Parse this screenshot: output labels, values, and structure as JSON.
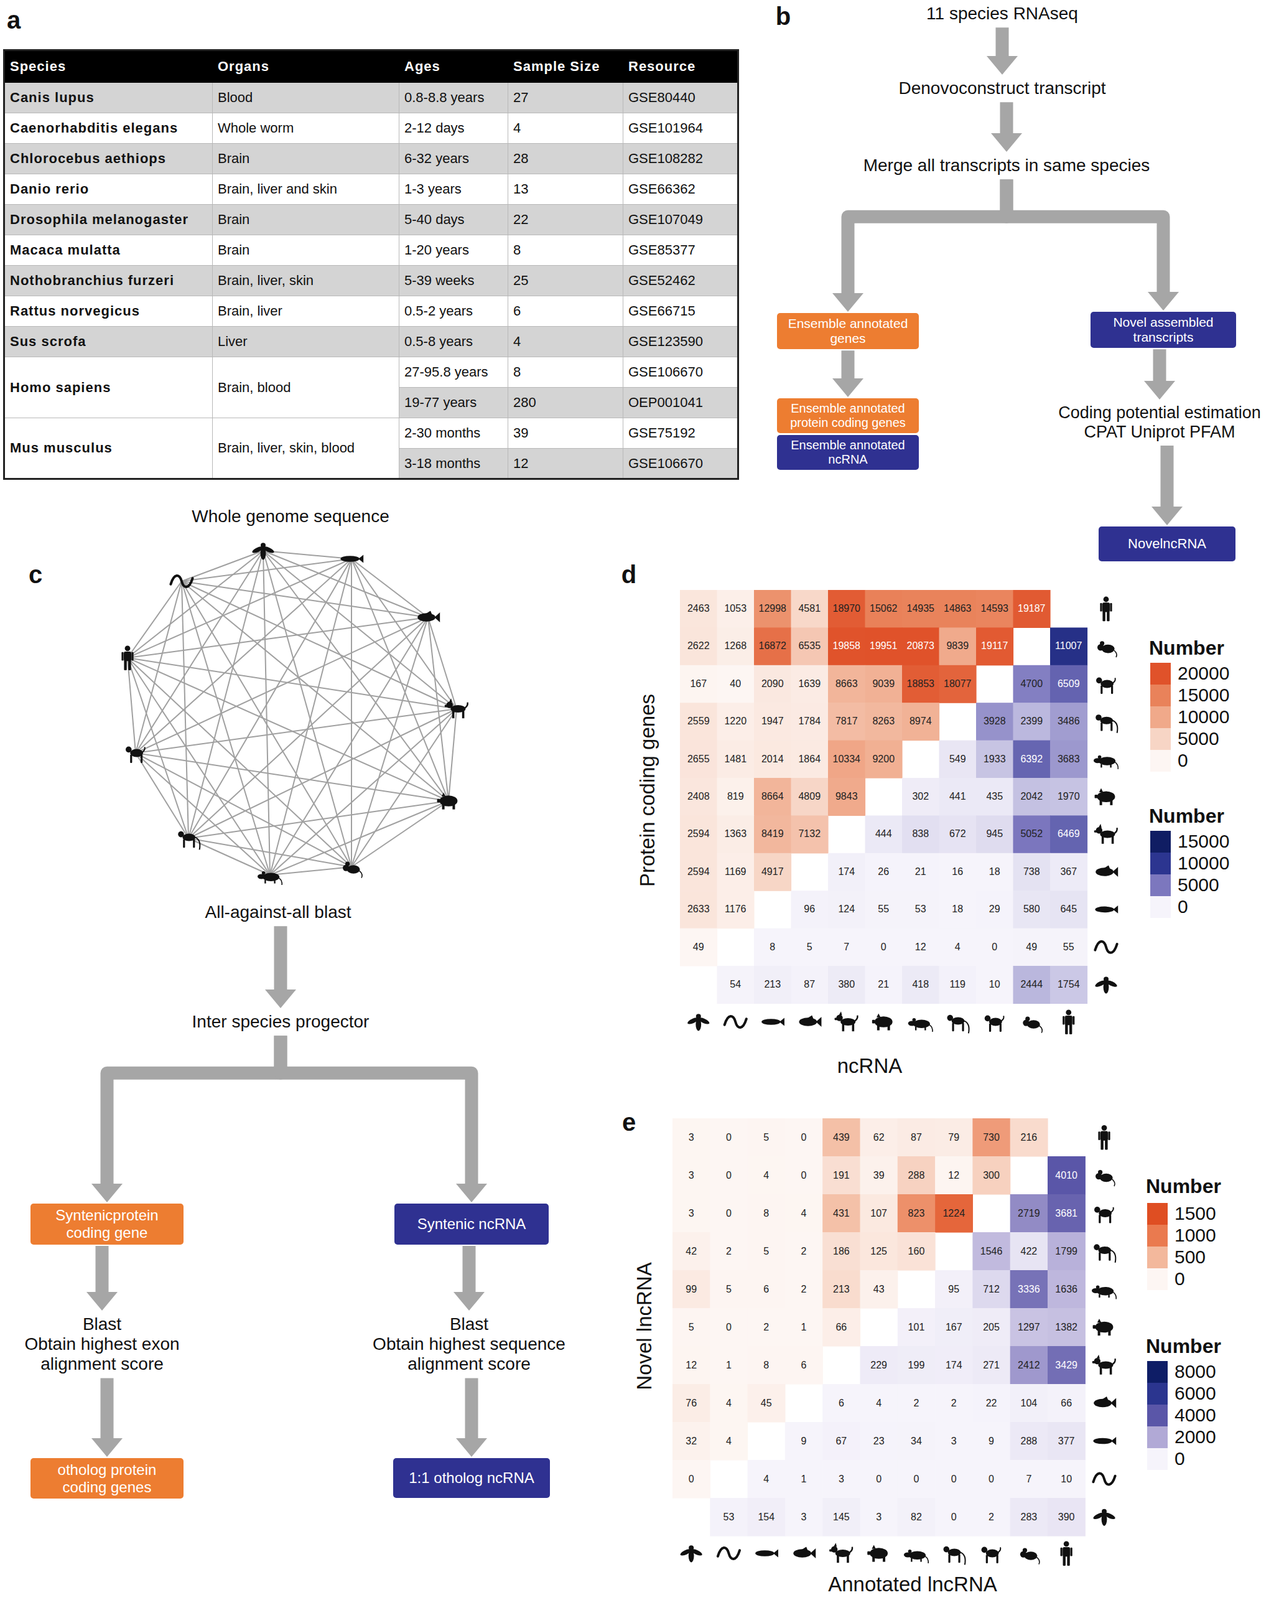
{
  "diagram": {
    "nodes": [
      {
        "text": [
          "11 species RNAseq"
        ]
      },
      {
        "text": [
          "Denovoconstruct transcript"
        ]
      },
      {
        "text": [
          "Merge all transcripts in same species"
        ]
      },
      {
        "text": [
          "Ensemble annotated genes"
        ]
      },
      {
        "text": [
          "Novel assembled transcripts"
        ]
      },
      {
        "text": [
          "Ensemble annotated protein coding genes"
        ]
      },
      {
        "text": [
          "Ensemble annotated ncRNA"
        ]
      },
      {
        "text": [
          "Coding potential estimation CPAT Uniprot PFAM"
        ]
      },
      {
        "text": [
          "NovelncRNA"
        ]
      },
      {
        "text": [
          "Whole genome sequence"
        ]
      },
      {
        "text": [
          "All-against-all blast"
        ]
      },
      {
        "text": [
          "Inter species progector"
        ]
      },
      {
        "text": [
          "Syntenicprotein coding gene"
        ]
      },
      {
        "text": [
          "Syntenic ncRNA"
        ]
      },
      {
        "text": [
          "Blast",
          "Obtain highest exon alignment score"
        ]
      },
      {
        "text": [
          "Blast",
          "Obtain highest sequence alignment score"
        ]
      },
      {
        "text": [
          "otholog protein coding genes"
        ]
      },
      {
        "text": [
          "1:1 otholog ncRNA"
        ]
      }
    ],
    "edges": [
      {
        "from": 0,
        "to": 1,
        "arrow": "to"
      },
      {
        "from": 1,
        "to": 2,
        "arrow": "to"
      },
      {
        "from": 2,
        "to": 3,
        "arrow": "to"
      },
      {
        "from": 2,
        "to": 4,
        "arrow": "to"
      },
      {
        "from": 3,
        "to": 5,
        "arrow": "to"
      },
      {
        "from": 4,
        "to": 7,
        "arrow": "to"
      },
      {
        "from": 7,
        "to": 8,
        "arrow": "to"
      },
      {
        "from": 10,
        "to": 11,
        "arrow": "to"
      },
      {
        "from": 11,
        "to": 12,
        "arrow": "to"
      },
      {
        "from": 11,
        "to": 13,
        "arrow": "to"
      },
      {
        "from": 12,
        "to": 14,
        "arrow": "to"
      },
      {
        "from": 13,
        "to": 15,
        "arrow": "to"
      },
      {
        "from": 14,
        "to": 16,
        "arrow": "to"
      },
      {
        "from": 15,
        "to": 17,
        "arrow": "to"
      }
    ],
    "labels": [
      "a",
      "Species",
      "Organs",
      "Ages",
      "Sample Size",
      "Resource",
      "Canis lupus",
      "Blood",
      "0.8-8.8 years",
      "27",
      "GSE80440",
      "Caenorhabditis elegans",
      "Whole worm",
      "2-12 days",
      "4",
      "GSE101964",
      "Chlorocebus aethiops",
      "Brain",
      "6-32 years",
      "28",
      "GSE108282",
      "Danio rerio",
      "Brain, liver and skin",
      "1-3 years",
      "13",
      "GSE66362",
      "Drosophila melanogaster",
      "Brain",
      "5-40 days",
      "22",
      "GSE107049",
      "Macaca mulatta",
      "Brain",
      "1-20 years",
      "8",
      "GSE85377",
      "Nothobranchius furzeri",
      "Brain, liver, skin",
      "5-39 weeks",
      "25",
      "GSE52462",
      "Rattus norvegicus",
      "Brain, liver",
      "0.5-2 years",
      "6",
      "GSE66715",
      "Sus scrofa",
      "Liver",
      "0.5-8 years",
      "4",
      "GSE123590",
      "Homo sapiens",
      "Brain, blood",
      "27-95.8 years",
      "8",
      "GSE106670",
      "19-77 years",
      "280",
      "OEP001041",
      "Mus musculus",
      "Brain, liver, skin, blood",
      "2-30 months",
      "39",
      "GSE75192",
      "3-18 months",
      "12",
      "GSE106670",
      "b",
      "c",
      "d",
      "Protein coding genes",
      "ncRNA",
      "Number",
      "Number",
      "2463",
      "1053",
      "12998",
      "4581",
      "18970",
      "15062",
      "14935",
      "14863",
      "14593",
      "19187",
      "2622",
      "1268",
      "16872",
      "6535",
      "19858",
      "19951",
      "20873",
      "9839",
      "19117",
      "11007",
      "167",
      "40",
      "2090",
      "1639",
      "8663",
      "9039",
      "18853",
      "18077",
      "4700",
      "6509",
      "2559",
      "1220",
      "1947",
      "1784",
      "7817",
      "8263",
      "8974",
      "3928",
      "2399",
      "3486",
      "2655",
      "1481",
      "2014",
      "1864",
      "10334",
      "9200",
      "549",
      "1933",
      "6392",
      "3683",
      "2408",
      "819",
      "8664",
      "4809",
      "9843",
      "302",
      "441",
      "435",
      "2042",
      "1970",
      "2594",
      "1363",
      "8419",
      "7132",
      "444",
      "838",
      "672",
      "945",
      "5052",
      "6469",
      "2594",
      "1169",
      "4917",
      "174",
      "26",
      "21",
      "16",
      "18",
      "738",
      "367",
      "2633",
      "1176",
      "96",
      "124",
      "55",
      "53",
      "18",
      "29",
      "580",
      "645",
      "49",
      "8",
      "5",
      "7",
      "0",
      "12",
      "4",
      "0",
      "49",
      "55",
      "54",
      "213",
      "87",
      "380",
      "21",
      "418",
      "119",
      "10",
      "2444",
      "1754",
      "e",
      "Novel lncRNA",
      "Annotated lncRNA",
      "Number",
      "Number",
      "3",
      "0",
      "5",
      "0",
      "439",
      "62",
      "87",
      "79",
      "730",
      "216",
      "3",
      "0",
      "4",
      "0",
      "191",
      "39",
      "288",
      "12",
      "300",
      "4010",
      "3",
      "0",
      "8",
      "4",
      "431",
      "107",
      "823",
      "1224",
      "2719",
      "3681",
      "42",
      "2",
      "5",
      "2",
      "186",
      "125",
      "160",
      "1546",
      "422",
      "1799",
      "99",
      "5",
      "6",
      "2",
      "213",
      "43",
      "95",
      "712",
      "3336",
      "1636",
      "5",
      "0",
      "2",
      "1",
      "66",
      "101",
      "167",
      "205",
      "1297",
      "1382",
      "12",
      "1",
      "8",
      "6",
      "229",
      "199",
      "174",
      "271",
      "2412",
      "3429",
      "76",
      "4",
      "45",
      "6",
      "4",
      "2",
      "2",
      "22",
      "104",
      "66",
      "32",
      "4",
      "9",
      "67",
      "23",
      "34",
      "3",
      "9",
      "288",
      "377",
      "0",
      "4",
      "1",
      "3",
      "0",
      "0",
      "0",
      "0",
      "7",
      "10",
      "53",
      "154",
      "3",
      "145",
      "3",
      "82",
      "0",
      "2",
      "283",
      "390"
    ],
    "legend": [
      {
        "text": "20000",
        "color": "#e0522a"
      },
      {
        "text": "15000",
        "color": "#e9825a"
      },
      {
        "text": "10000",
        "color": "#f0a98a"
      },
      {
        "text": "5000",
        "color": "#f7d5c5"
      },
      {
        "text": "0",
        "color": "#fdf6f3"
      },
      {
        "text": "15000",
        "color": "#101d63"
      },
      {
        "text": "10000",
        "color": "#2c3590"
      },
      {
        "text": "5000",
        "color": "#7c77be"
      },
      {
        "text": "0",
        "color": "#f6f4fb"
      },
      {
        "text": "1500",
        "color": "#df4e22"
      },
      {
        "text": "1000",
        "color": "#ea7a4f"
      },
      {
        "text": "500",
        "color": "#f3b89c"
      },
      {
        "text": "0",
        "color": "#fdf6f3"
      },
      {
        "text": "8000",
        "color": "#0e1d66"
      },
      {
        "text": "6000",
        "color": "#2b358f"
      },
      {
        "text": "4000",
        "color": "#5a56a8"
      },
      {
        "text": "2000",
        "color": "#b1a9d6"
      },
      {
        "text": "0",
        "color": "#f6f4fb"
      }
    ]
  }
}
